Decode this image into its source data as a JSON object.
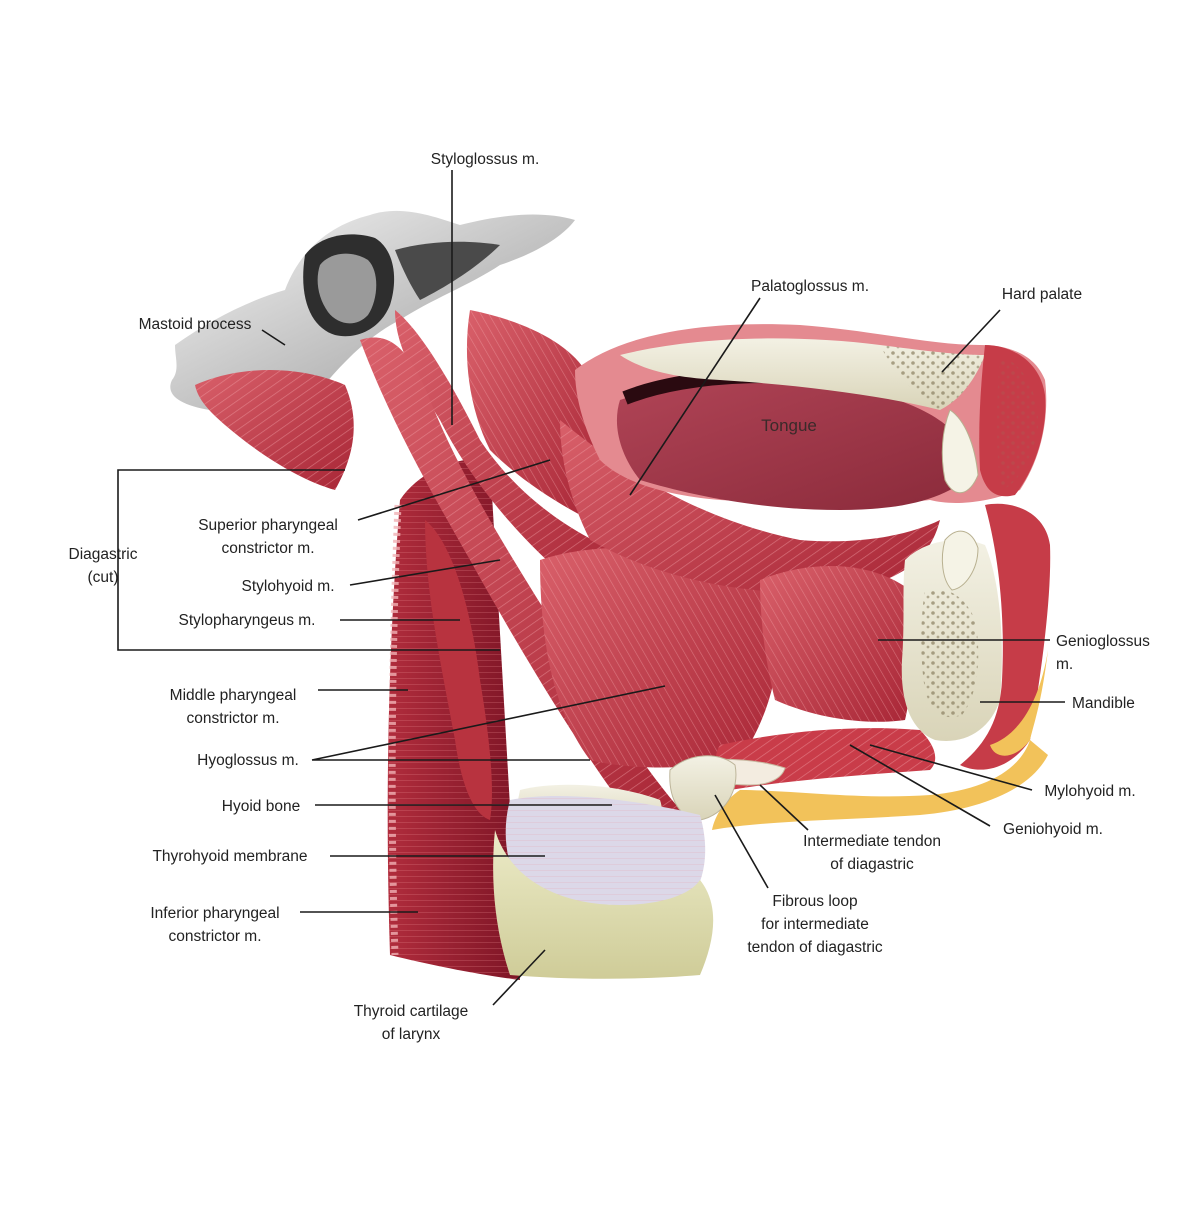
{
  "labels": {
    "styloglossus": "Styloglossus m.",
    "palatoglossus": "Palatoglossus m.",
    "hard_palate": "Hard palate",
    "mastoid_process": "Mastoid process",
    "tongue": "Tongue",
    "diagastric_1": "Diagastric",
    "diagastric_2": "(cut)",
    "superior_pharyngeal_1": "Superior pharyngeal",
    "superior_pharyngeal_2": "constrictor m.",
    "stylohyoid": "Stylohyoid m.",
    "stylopharyngeus": "Stylopharyngeus m.",
    "genioglossus_1": "Genioglossus",
    "genioglossus_2": "m.",
    "middle_pharyngeal_1": "Middle pharyngeal",
    "middle_pharyngeal_2": "constrictor m.",
    "mandible": "Mandible",
    "hyoglossus": "Hyoglossus m.",
    "mylohyoid": "Mylohyoid m.",
    "hyoid_bone": "Hyoid bone",
    "geniohyoid": "Geniohyoid m.",
    "intermediate_tendon_1": "Intermediate tendon",
    "intermediate_tendon_2": "of diagastric",
    "thyrohyoid_membrane": "Thyrohyoid membrane",
    "fibrous_loop_1": "Fibrous loop",
    "fibrous_loop_2": "for intermediate",
    "fibrous_loop_3": "tendon of diagastric",
    "inferior_pharyngeal_1": "Inferior pharyngeal",
    "inferior_pharyngeal_2": "constrictor m.",
    "thyroid_cartilage_1": "Thyroid cartilage",
    "thyroid_cartilage_2": "of larynx"
  },
  "colors": {
    "muscle": "#c9424a",
    "muscle_dark": "#9e2233",
    "muscle_light": "#e07a7e",
    "bone": "#e8e4d0",
    "cartilage": "#e6e6c0",
    "fat": "#f2c25a",
    "leader": "#1a1a1a"
  }
}
